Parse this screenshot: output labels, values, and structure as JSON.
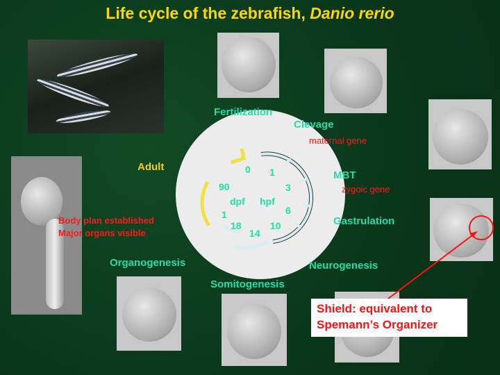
{
  "title": {
    "main": "Life cycle of the zebrafish, ",
    "species": "Danio rerio"
  },
  "stages": {
    "fertilization": "Fertilization",
    "clevage": "Clevage",
    "mbt": "MBT",
    "gastrulation": "Gastrulation",
    "neurogenesis": "Neurogenesis",
    "somitogenesis": "Somitogenesis",
    "organogenesis": "Organogenesis",
    "adult": "Adult"
  },
  "genes": {
    "maternal": "maternal gene",
    "zygotic": "zygoic gene"
  },
  "notes": {
    "body_plan": "Body plan established",
    "organs": "Major organs visible"
  },
  "clock": {
    "hpf_label": "hpf",
    "dpf_label": "dpf",
    "hpf_ticks": [
      "0",
      "1",
      "3",
      "6",
      "10",
      "14",
      "18"
    ],
    "dpf_ticks": [
      "1",
      "90"
    ]
  },
  "callout": {
    "line1": "Shield: equivalent to",
    "line2": "Spemann’s Organizer"
  },
  "colors": {
    "stage": "#20dfa8",
    "title": "#ffd700",
    "gene": "#ff1a1a",
    "background": "#0b3b1c"
  }
}
